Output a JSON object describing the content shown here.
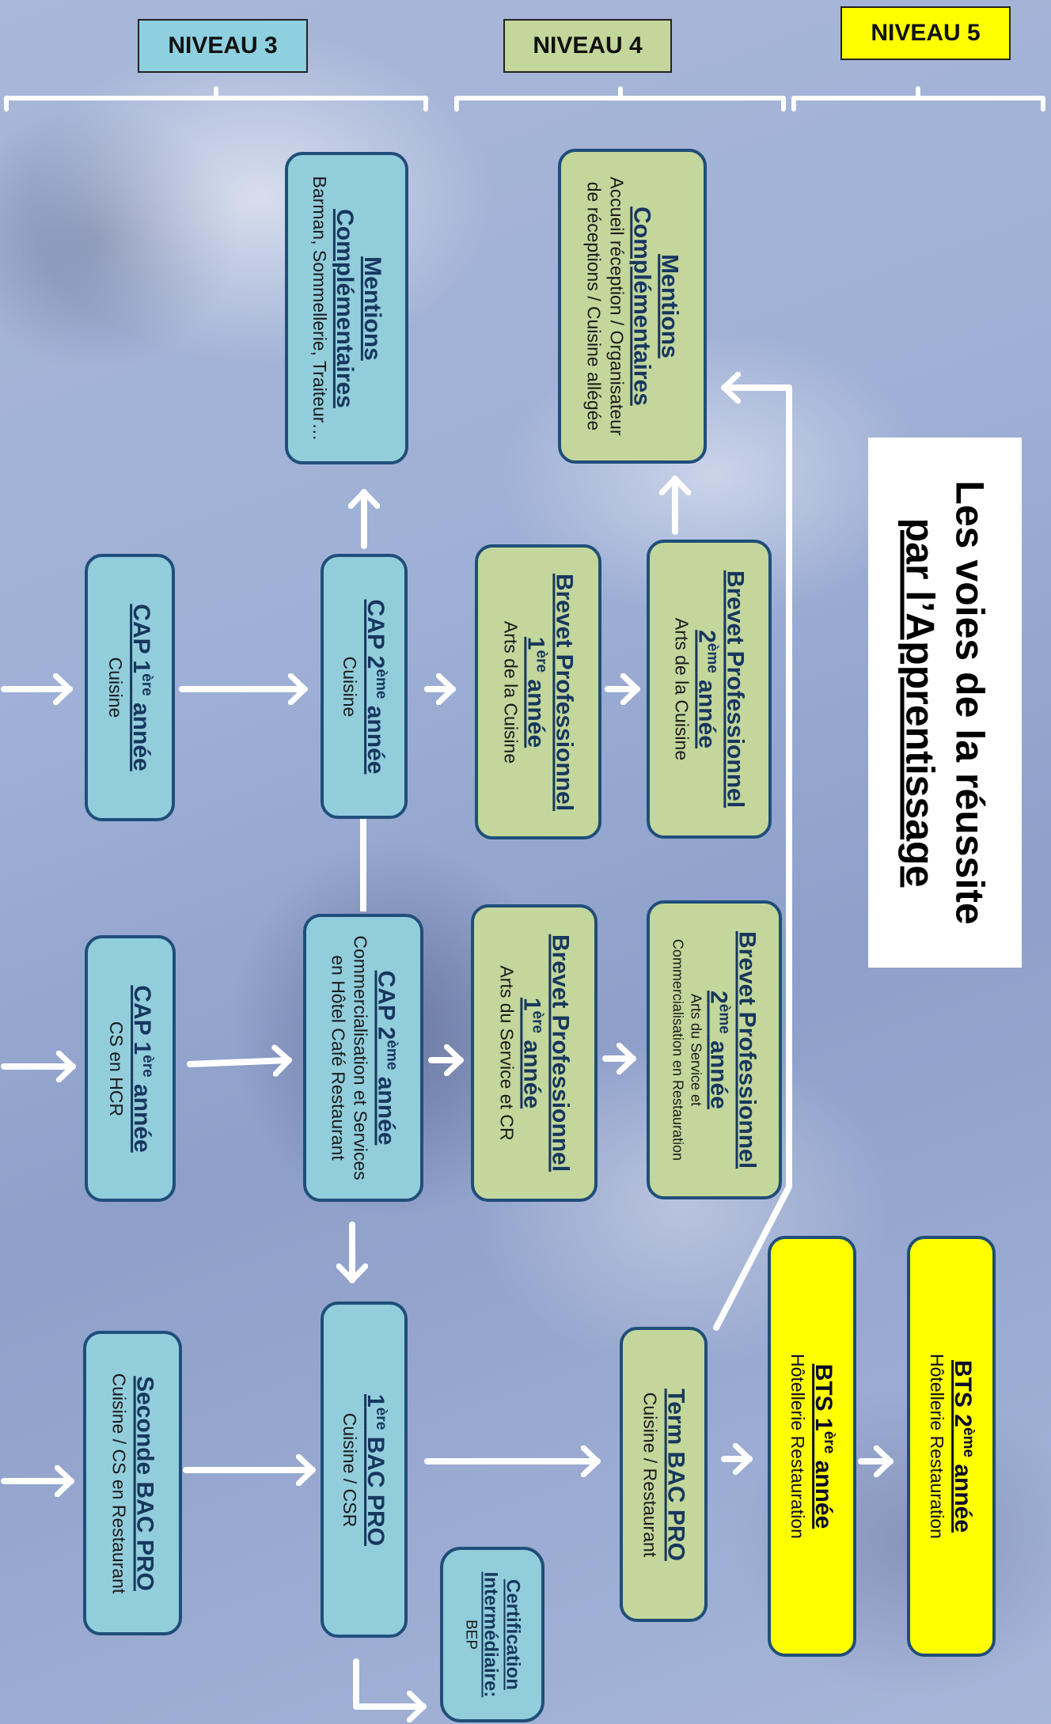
{
  "levels": {
    "n3": "NIVEAU 3",
    "n4": "NIVEAU 4",
    "n5": "NIVEAU 5"
  },
  "title": {
    "line1": "Les voies de la réussite",
    "line2": "par l’Apprentissage"
  },
  "boxes": {
    "cap1_cuisine": {
      "title_main": "CAP 1",
      "title_sup": "ère",
      "title_rest": " année",
      "sub": "Cuisine"
    },
    "cap1_cs": {
      "title_main": "CAP 1",
      "title_sup": "ère",
      "title_rest": " année",
      "sub": "CS en HCR"
    },
    "seconde_bac": {
      "title": "Seconde BAC PRO",
      "sub": "Cuisine / CS en Restaurant"
    },
    "mc3": {
      "title1": "Mentions",
      "title2": "Complémentaires",
      "sub": "Barman, Sommellerie, Traiteur…"
    },
    "cap2_cuisine": {
      "title_main": "CAP 2",
      "title_sup": "ème",
      "title_rest": " année",
      "sub": "Cuisine"
    },
    "cap2_cs": {
      "title_main": "CAP 2",
      "title_sup": "ème",
      "title_rest": " année",
      "sub1": "Commercialisation et Services",
      "sub2": "en Hôtel Café Restaurant"
    },
    "bac1": {
      "title_main": "1",
      "title_sup": "ère",
      "title_rest": " BAC PRO",
      "sub": "Cuisine / CSR"
    },
    "certif": {
      "title1": "Certification",
      "title2": "Intermédiaire:",
      "sub": "BEP"
    },
    "bp1_cuisine": {
      "title1": "Brevet Professionnel",
      "title_main": "1",
      "title_sup": "ère",
      "title_rest": " année",
      "sub": "Arts de la Cuisine"
    },
    "bp1_service": {
      "title1": "Brevet Professionnel",
      "title_main": "1",
      "title_sup": "ère",
      "title_rest": " année",
      "sub": "Arts du Service et CR"
    },
    "term_bac": {
      "title": "Term BAC PRO",
      "sub": "Cuisine / Restaurant"
    },
    "mc4": {
      "title1": "Mentions",
      "title2": "Complémentaires",
      "sub1": "Accueil réception / Organisateur",
      "sub2": "de réceptions / Cuisine allégée"
    },
    "bp2_cuisine": {
      "title1": "Brevet Professionnel",
      "title_main": "2",
      "title_sup": "ème",
      "title_rest": " année",
      "sub": "Arts de la Cuisine"
    },
    "bp2_service": {
      "title1": "Brevet Professionnel",
      "title_main": "2",
      "title_sup": "ème",
      "title_rest": " année",
      "sub1": "Arts du Service et",
      "sub2": "Commercialisation en Restauration"
    },
    "bts1": {
      "title_main": "BTS 1",
      "title_sup": "ère",
      "title_rest": " année",
      "sub": "Hôtellerie Restauration"
    },
    "bts2": {
      "title_main": "BTS 2",
      "title_sup": "ème",
      "title_rest": " année",
      "sub": "Hôtellerie Restauration"
    }
  },
  "colors": {
    "niveau3": "#92cddc",
    "niveau4": "#c3d69b",
    "niveau5": "#ffff00",
    "border": "#1f4e79"
  }
}
